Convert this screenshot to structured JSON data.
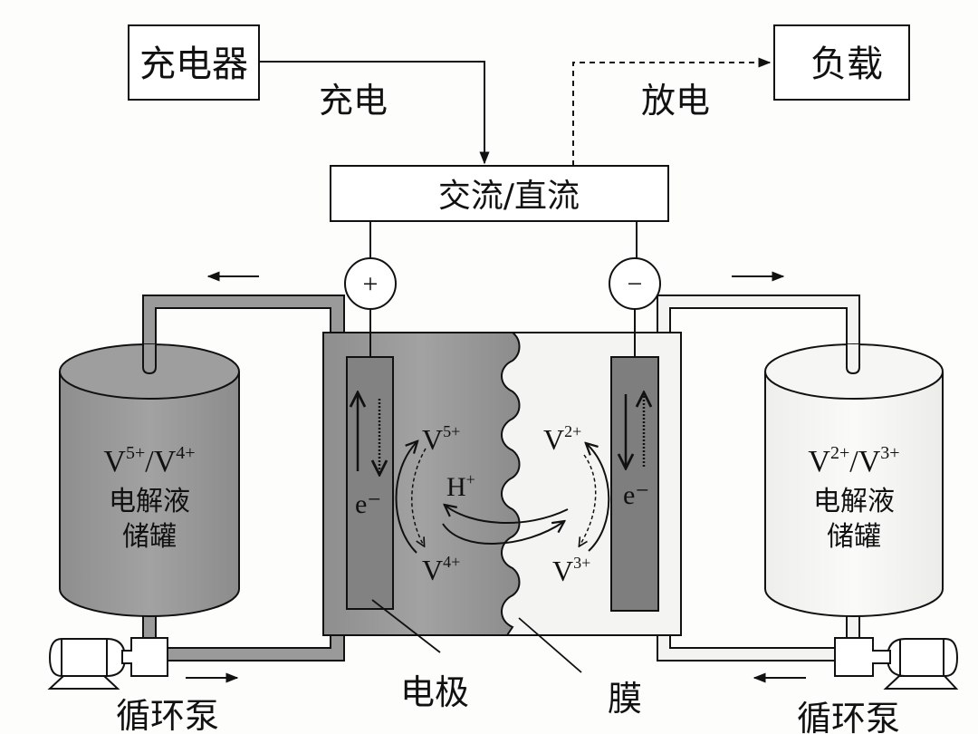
{
  "title": "全钒液流电池工作原理示意图",
  "colors": {
    "positive_electrolyte": "#9a9a9a",
    "negative_electrolyte": "#f3f3f2",
    "electrode": "#7e7e7e",
    "line": "#111111",
    "background": "#fdfdfc"
  },
  "boxes": {
    "charger": "充电器",
    "load": "负载",
    "converter": "交流/直流"
  },
  "flows": {
    "charge": "充电",
    "discharge": "放电"
  },
  "terminals": {
    "positive": "+",
    "negative": "−"
  },
  "tanks": {
    "left": {
      "ion_a": "V",
      "sup_a": "5+",
      "sep": "/",
      "ion_b": "V",
      "sup_b": "4+",
      "line2": "电解液",
      "line3": "储罐"
    },
    "right": {
      "ion_a": "V",
      "sup_a": "2+",
      "sep": "/",
      "ion_b": "V",
      "sup_b": "3+",
      "line2": "电解液",
      "line3": "储罐"
    }
  },
  "cell": {
    "left_electron": "e⁻",
    "right_electron": "e⁻",
    "left_top_ion": {
      "base": "V",
      "sup": "5+"
    },
    "left_bottom_ion": {
      "base": "V",
      "sup": "4+"
    },
    "proton": {
      "base": "H",
      "sup": "+"
    },
    "right_top_ion": {
      "base": "V",
      "sup": "2+"
    },
    "right_bottom_ion": {
      "base": "V",
      "sup": "3+"
    }
  },
  "labels": {
    "electrode": "电极",
    "membrane": "膜",
    "pump_left": "循环泵",
    "pump_right": "循环泵"
  }
}
